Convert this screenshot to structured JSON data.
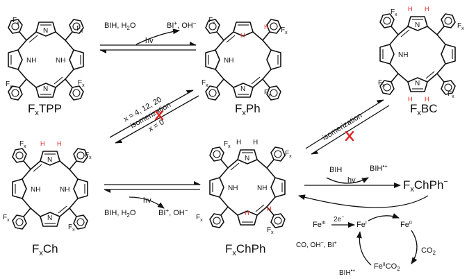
{
  "molecules": [
    {
      "key": "tpp",
      "label": "F",
      "sub": "x",
      "rest": "TPP"
    },
    {
      "key": "ph",
      "label": "F",
      "sub": "x",
      "rest": "Ph"
    },
    {
      "key": "bc",
      "label": "F",
      "sub": "x",
      "rest": "BC"
    },
    {
      "key": "ch",
      "label": "F",
      "sub": "x",
      "rest": "Ch"
    },
    {
      "key": "chph",
      "label": "F",
      "sub": "x",
      "rest": "ChPh"
    }
  ],
  "reactions": {
    "top": {
      "upper_left": "BIH, H",
      "upper_left_sub": "2",
      "upper_left_tail": "O",
      "upper_right": "BI",
      "upper_right_sup": "+",
      "upper_right_tail": ", OH",
      "upper_right_sup2": "−",
      "light": "hv"
    },
    "bottom": {
      "light": "hv",
      "lower_left": "BIH, H",
      "lower_left_sub": "2",
      "lower_left_tail": "O",
      "lower_right": "BI",
      "lower_right_sup": "+",
      "lower_right_tail": ", OH",
      "lower_right_sup2": "−"
    },
    "diag_left": {
      "cond": "x = 4, 12, 20",
      "iso": "isomerization",
      "cond_blocked": "x = 0"
    },
    "diag_right": {
      "iso": "isomerization"
    },
    "reduction": {
      "reagent": "BIH",
      "product": "BIH",
      "product_sup": "•+",
      "light": "hv",
      "anion": "F",
      "anion_sub": "x",
      "anion_rest": "ChPh",
      "anion_sup": "−"
    }
  },
  "catalytic_cycle": {
    "fe3": "Fe",
    "fe3_sup": "III",
    "electrons": "2e",
    "electrons_sup": "−",
    "fe1": "Fe",
    "fe1_sup": "I",
    "fe0": "Fe",
    "fe0_sup": "0",
    "co2": "CO",
    "co2_sub": "2",
    "feco2_a": "Fe",
    "feco2_sup": "II",
    "feco2_b": "CO",
    "feco2_sub": "2",
    "bih": "BIH",
    "bih_sup": "•+",
    "products": "CO, OH",
    "products_sup": "−",
    "products_tail": ", BI",
    "products_sup2": "+"
  },
  "atom_labels": {
    "nh": "NH",
    "n": "N",
    "h": "H",
    "f": "F",
    "f_sub": "x"
  }
}
